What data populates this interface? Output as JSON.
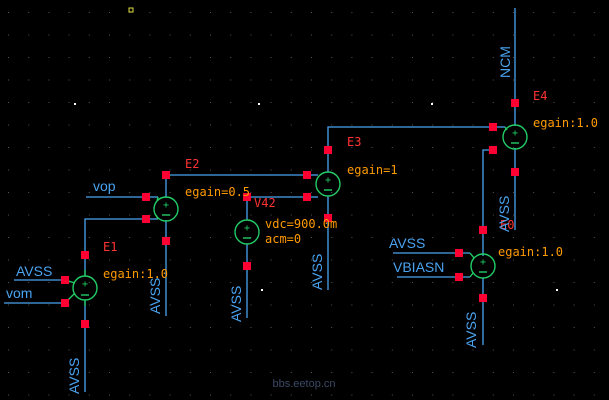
{
  "colors": {
    "background": "#000000",
    "wire": "#4aa3f0",
    "component": "#22cc66",
    "pin": "#ff0033",
    "instance_name": "#ff3333",
    "param_text": "#ff9a00",
    "net_label": "#4aa3f0",
    "grid_dot": "#4a4a4a",
    "watermark": "#3a4a66"
  },
  "instances": {
    "e1": {
      "name": "E1",
      "param": "egain:1.0"
    },
    "e2": {
      "name": "E2",
      "param": "egain=0.5"
    },
    "e3": {
      "name": "E3",
      "param": "egain=1"
    },
    "e4": {
      "name": "E4",
      "param": "egain:1.0"
    },
    "e0": {
      "name": "E0",
      "param": "egain:1.0"
    },
    "v42": {
      "name": "V42",
      "param_vdc": "vdc=900.0m",
      "param_acm": "acm=0"
    }
  },
  "nets": {
    "avss_e1_top": "AVSS",
    "vom": "vom",
    "avss_e1_bottom": "AVSS",
    "vop": "vop",
    "avss_e2_bottom": "AVSS",
    "avss_v42_bottom": "AVSS",
    "avss_e3_bottom": "AVSS",
    "ncm": "NCM",
    "avss_e4_bottom": "AVSS",
    "avss_e0_left": "AVSS",
    "vbiasn": "VBIASN",
    "avss_e0_bottom": "AVSS"
  },
  "watermark": "bbs.eetop.cn"
}
